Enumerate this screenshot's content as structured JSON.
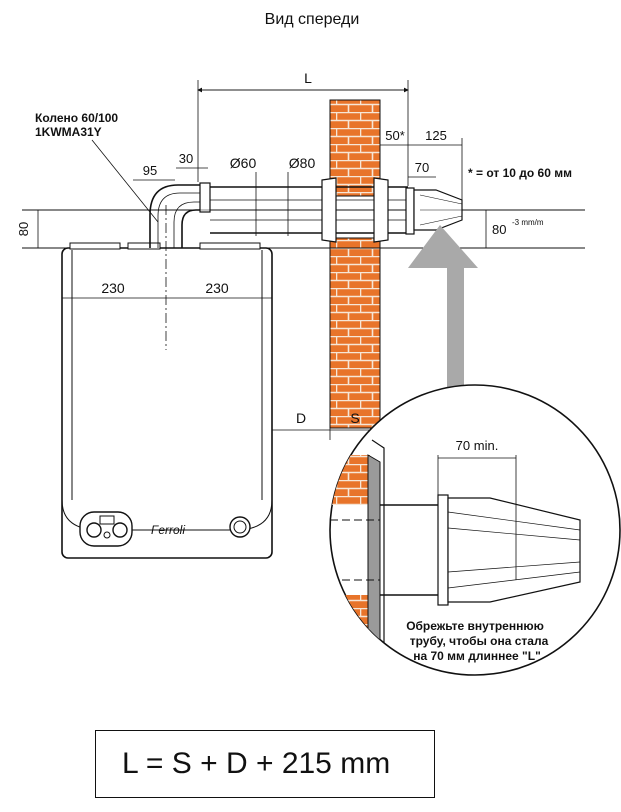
{
  "title": "Вид спереди",
  "elbow": {
    "line1": "Колено 60/100",
    "line2": "1KWMA31Y"
  },
  "dimensions": {
    "L": "L",
    "d30": "30",
    "d95": "95",
    "d60": "Ø60",
    "d80": "Ø80",
    "d50": "50*",
    "d125": "125",
    "d70": "70",
    "note": "* = от 10 до 60 мм",
    "h80_left": "80",
    "h80_right": "80",
    "h80_right_sup": "-3 mm/m",
    "w230_left": "230",
    "w230_right": "230",
    "D": "D",
    "S": "S"
  },
  "detail": {
    "min_label": "70 min.",
    "line1": "Обрежьте внутреннюю",
    "line2": "трубу, чтобы она стала",
    "line3": "на 70 мм длиннее \"L\""
  },
  "brand": "Ferroli",
  "formula": "L = S + D + 215 mm",
  "colors": {
    "brick": "#e8742a",
    "mortar": "#f6e6d6",
    "arrow": "#a9a9a9",
    "line": "#111111"
  }
}
